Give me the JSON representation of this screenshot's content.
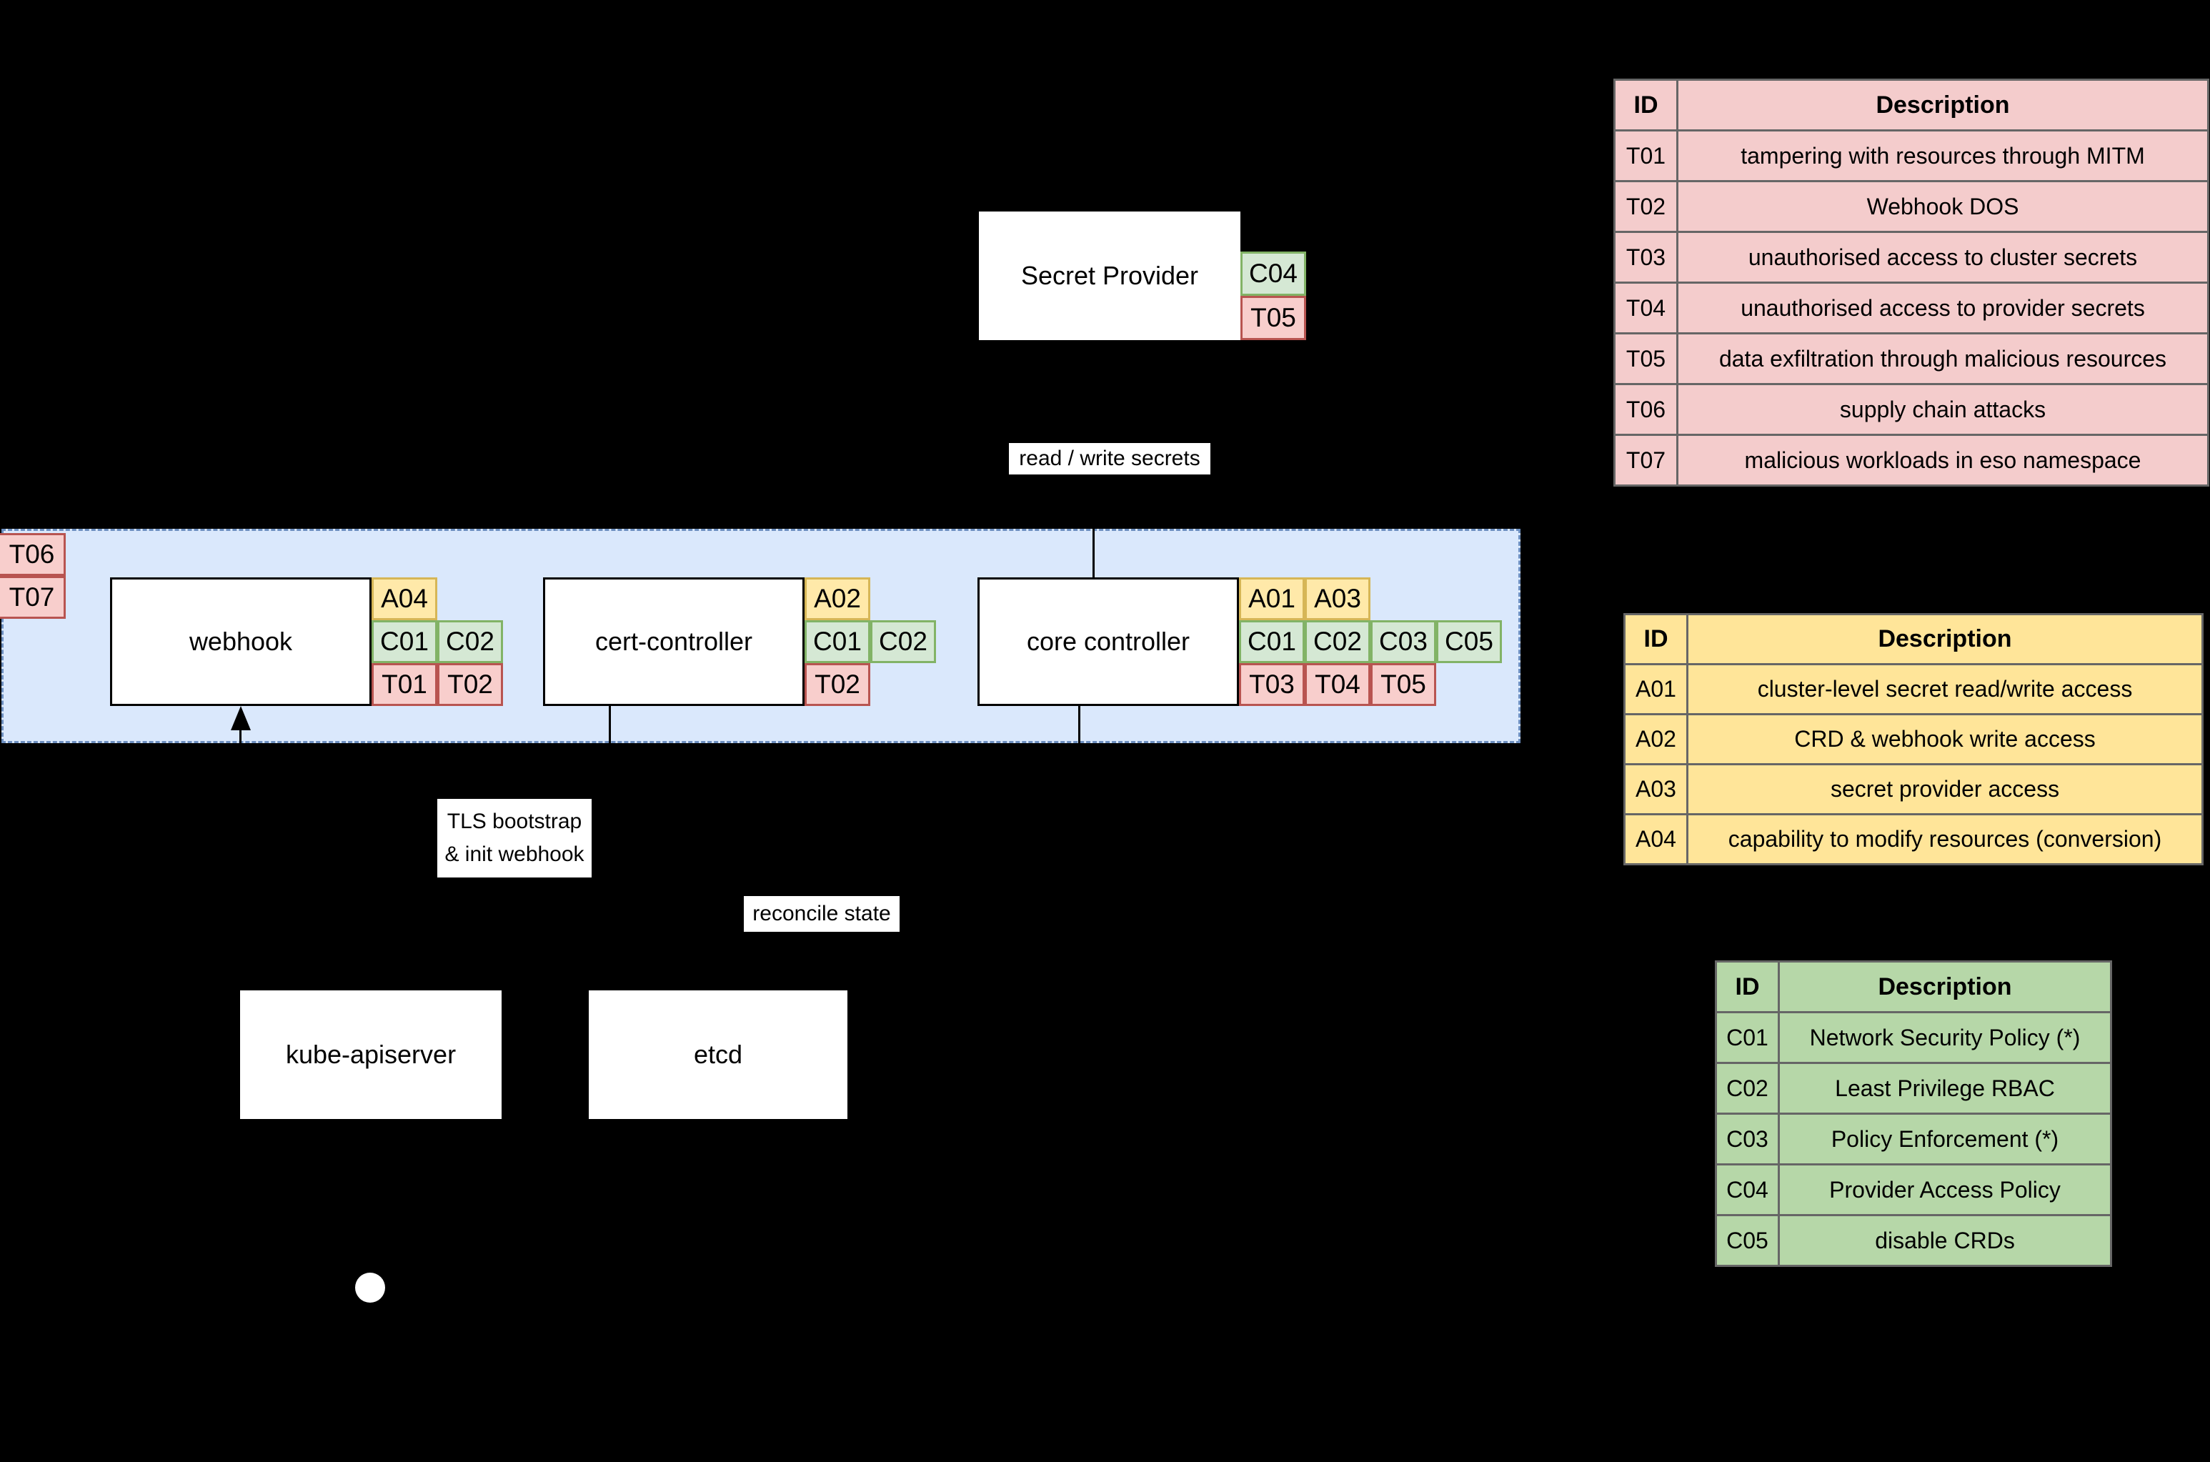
{
  "colors": {
    "background": "#000000",
    "container_fill": "#dae8fc",
    "container_stroke": "#6c8ebf",
    "node_fill": "#ffffff",
    "node_stroke": "#000000",
    "threat_fill": "#f8cecc",
    "threat_stroke": "#b85450",
    "control_fill": "#d5e8d4",
    "control_stroke": "#82b366",
    "access_fill": "#ffe9a9",
    "access_stroke": "#d6b656",
    "table_threat_fill": "#f4cccc",
    "table_access_fill": "#ffe599",
    "table_control_fill": "#b6d7a8",
    "table_border": "#666666",
    "connector": "#000000"
  },
  "nodes": {
    "secret_provider": "Secret Provider",
    "webhook": "webhook",
    "cert_controller": "cert-controller",
    "core_controller": "core controller",
    "kube_apiserver": "kube-apiserver",
    "etcd": "etcd"
  },
  "edge_labels": {
    "read_write_secrets": "read / write secrets",
    "tls_bootstrap": "TLS bootstrap\n& init webhook",
    "reconcile_state": "reconcile state"
  },
  "tags": {
    "secret_provider": [
      [
        {
          "id": "C04",
          "kind": "control"
        }
      ],
      [
        {
          "id": "T05",
          "kind": "threat"
        }
      ]
    ],
    "container": [
      [
        {
          "id": "T06",
          "kind": "threat"
        }
      ],
      [
        {
          "id": "T07",
          "kind": "threat"
        }
      ]
    ],
    "webhook": [
      [
        {
          "id": "A04",
          "kind": "access"
        }
      ],
      [
        {
          "id": "C01",
          "kind": "control"
        },
        {
          "id": "C02",
          "kind": "control"
        }
      ],
      [
        {
          "id": "T01",
          "kind": "threat"
        },
        {
          "id": "T02",
          "kind": "threat"
        }
      ]
    ],
    "cert_controller": [
      [
        {
          "id": "A02",
          "kind": "access"
        }
      ],
      [
        {
          "id": "C01",
          "kind": "control"
        },
        {
          "id": "C02",
          "kind": "control"
        }
      ],
      [
        {
          "id": "T02",
          "kind": "threat"
        }
      ]
    ],
    "core_controller": [
      [
        {
          "id": "A01",
          "kind": "access"
        },
        {
          "id": "A03",
          "kind": "access"
        }
      ],
      [
        {
          "id": "C01",
          "kind": "control"
        },
        {
          "id": "C02",
          "kind": "control"
        },
        {
          "id": "C03",
          "kind": "control"
        },
        {
          "id": "C05",
          "kind": "control"
        }
      ],
      [
        {
          "id": "T03",
          "kind": "threat"
        },
        {
          "id": "T04",
          "kind": "threat"
        },
        {
          "id": "T05",
          "kind": "threat"
        }
      ]
    ]
  },
  "tables": {
    "threats": {
      "headers": [
        "ID",
        "Description"
      ],
      "rows": [
        [
          "T01",
          "tampering with resources through MITM"
        ],
        [
          "T02",
          "Webhook DOS"
        ],
        [
          "T03",
          "unauthorised access to cluster secrets"
        ],
        [
          "T04",
          "unauthorised access to provider secrets"
        ],
        [
          "T05",
          "data exfiltration through malicious resources"
        ],
        [
          "T06",
          "supply chain attacks"
        ],
        [
          "T07",
          "malicious workloads in eso namespace"
        ]
      ]
    },
    "access": {
      "headers": [
        "ID",
        "Description"
      ],
      "rows": [
        [
          "A01",
          "cluster-level secret read/write access"
        ],
        [
          "A02",
          "CRD & webhook write access"
        ],
        [
          "A03",
          "secret provider access"
        ],
        [
          "A04",
          "capability to modify resources (conversion)"
        ]
      ]
    },
    "controls": {
      "headers": [
        "ID",
        "Description"
      ],
      "rows": [
        [
          "C01",
          "Network Security Policy (*)"
        ],
        [
          "C02",
          "Least Privilege RBAC"
        ],
        [
          "C03",
          "Policy Enforcement (*)"
        ],
        [
          "C04",
          "Provider Access Policy"
        ],
        [
          "C05",
          "disable CRDs"
        ]
      ]
    }
  }
}
